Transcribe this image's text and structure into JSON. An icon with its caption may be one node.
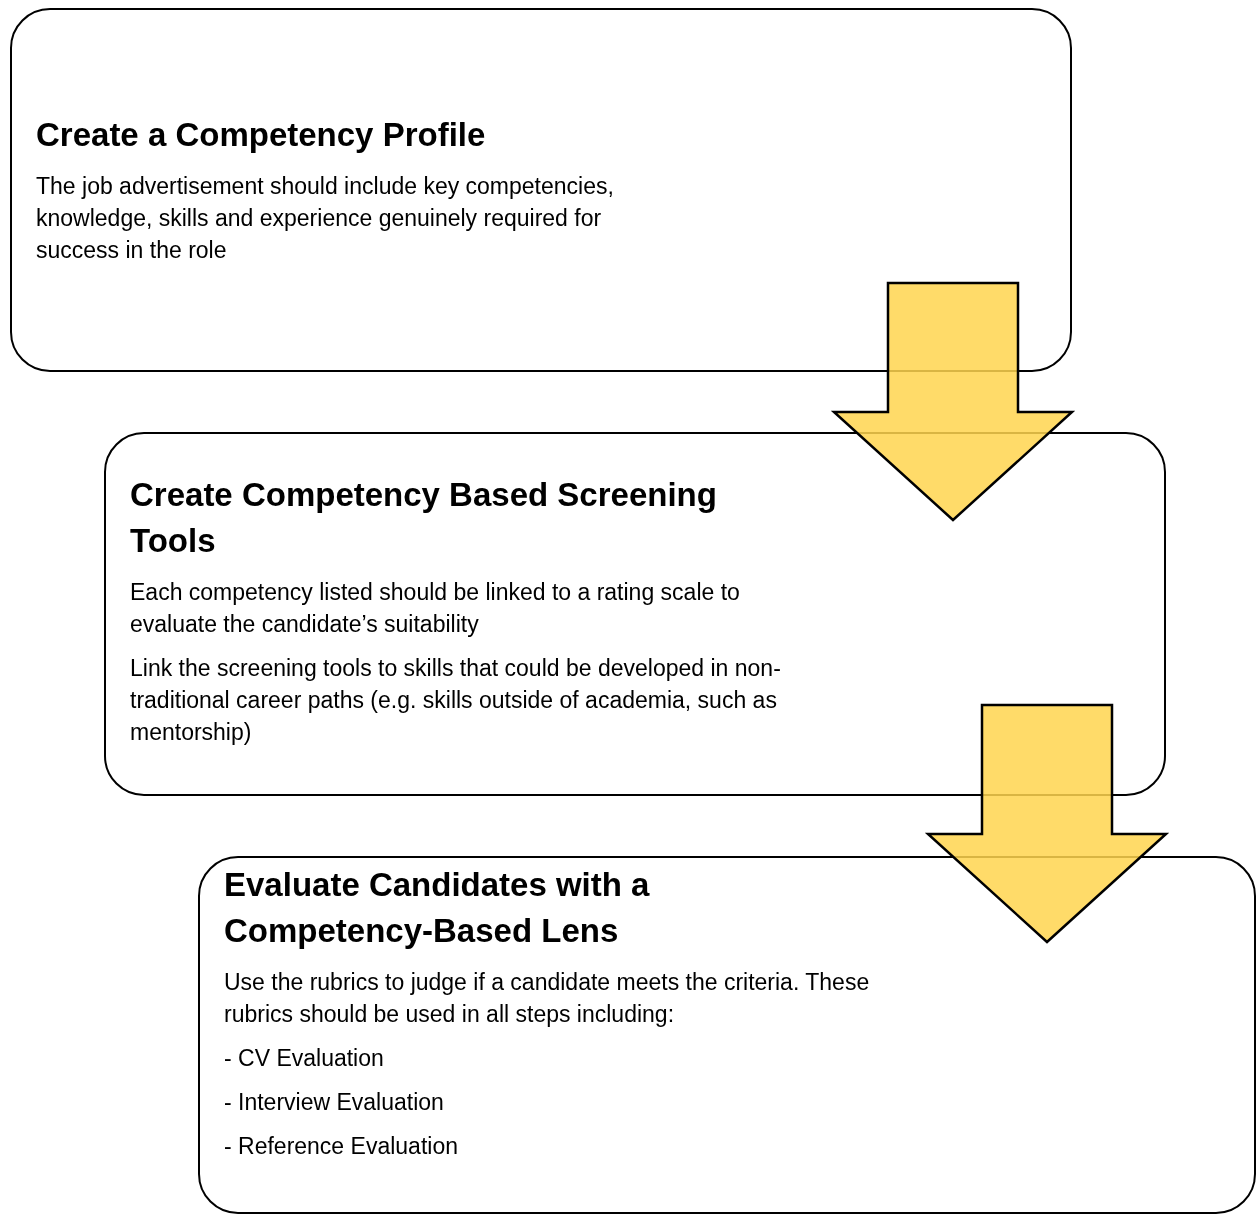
{
  "diagram": {
    "nodes": [
      {
        "text": [
          "Create a Competency Profile",
          "The job advertisement should include key competencies, knowledge, skills and experience genuinely required for success in the role"
        ]
      },
      {
        "text": [
          "Create Competency Based Screening Tools",
          "Each competency listed should be linked to a rating scale to evaluate the candidate’s suitability",
          "Link the screening tools to skills that could be developed in non-traditional career paths (e.g. skills outside of academia, such as mentorship)"
        ]
      },
      {
        "text": [
          "Evaluate Candidates with a Competency-Based Lens",
          "Use the rubrics to judge if a candidate meets the criteria. These rubrics should be used in all steps including:",
          "- CV Evaluation",
          "- Interview Evaluation",
          "- Reference Evaluation"
        ]
      }
    ],
    "edges": [
      {
        "from": 0,
        "to": 1,
        "arrow": "to",
        "style": "thick",
        "color": "#ffd54f"
      },
      {
        "from": 1,
        "to": 2,
        "arrow": "to",
        "style": "thick",
        "color": "#ffd54f"
      }
    ]
  }
}
